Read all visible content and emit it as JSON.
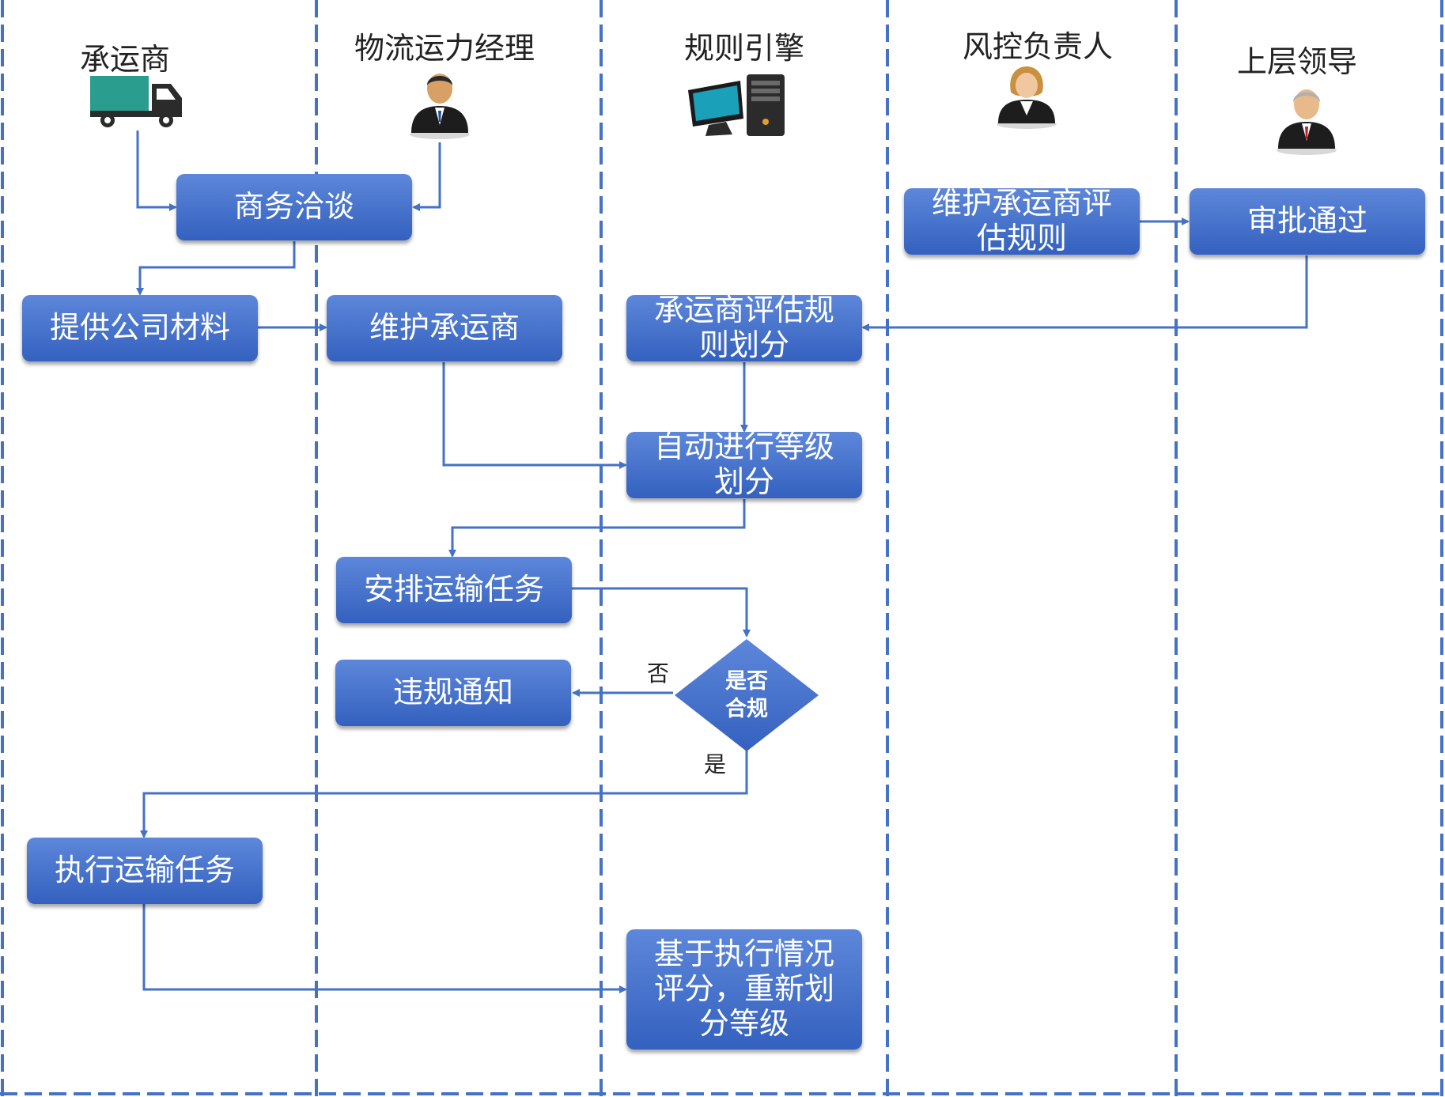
{
  "lanes": [
    {
      "title": "承运商",
      "icon": "truck-icon"
    },
    {
      "title": "物流运力经理",
      "icon": "manager-avatar-icon"
    },
    {
      "title": "规则引擎",
      "icon": "computer-icon"
    },
    {
      "title": "风控负责人",
      "icon": "risk-officer-avatar-icon"
    },
    {
      "title": "上层领导",
      "icon": "leader-avatar-icon"
    }
  ],
  "nodes": {
    "negotiate": "商务洽谈",
    "provide_materials": "提供公司材料",
    "maintain_carrier": "维护承运商",
    "maintain_rules": "维护承运商评\n估规则",
    "approve": "审批通过",
    "rule_division": "承运商评估规\n则划分",
    "auto_grade": "自动进行等级\n划分",
    "arrange_task": "安排运输任务",
    "violation_notice": "违规通知",
    "compliance_check": "是否\n合规",
    "execute_task": "执行运输任务",
    "rescore": "基于执行情况\n评分，重新划\n分等级"
  },
  "edge_labels": {
    "no": "否",
    "yes": "是"
  },
  "colors": {
    "box": "#4472c4",
    "line": "#4472c4",
    "truck_body": "#2a9d8f"
  }
}
